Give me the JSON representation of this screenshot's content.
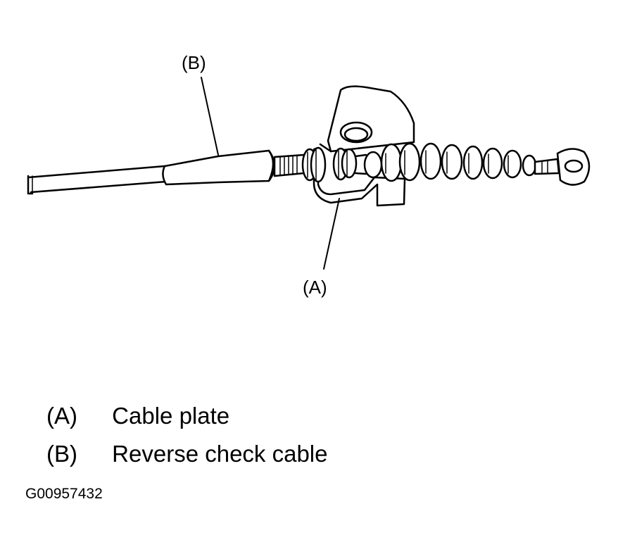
{
  "callouts": {
    "b": "(B)",
    "a": "(A)"
  },
  "legend": [
    {
      "key": "(A)",
      "label": "Cable plate"
    },
    {
      "key": "(B)",
      "label": "Reverse check cable"
    }
  ],
  "figure_id": "G00957432",
  "colors": {
    "line": "#000000",
    "fill": "#ffffff"
  }
}
